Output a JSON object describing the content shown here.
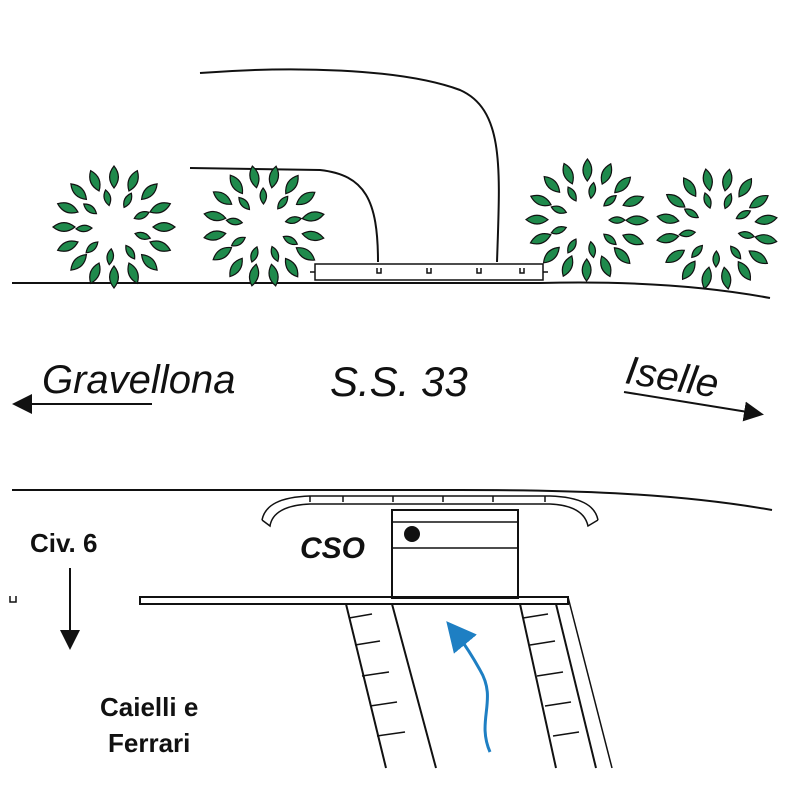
{
  "labels": {
    "left_direction": "Gravellona",
    "road_name": "S.S. 33",
    "right_direction": "Iselle",
    "civic_number": "Civ. 6",
    "cso": "CSO",
    "company_line1": "Caielli e",
    "company_line2": "Ferrari"
  },
  "colors": {
    "ink": "#111111",
    "bush_leaf": "#1f8a4c",
    "flow_arrow": "#1e7fc3"
  },
  "icons": {
    "bush": "bush-icon",
    "flow": "flow-arrow-icon"
  }
}
